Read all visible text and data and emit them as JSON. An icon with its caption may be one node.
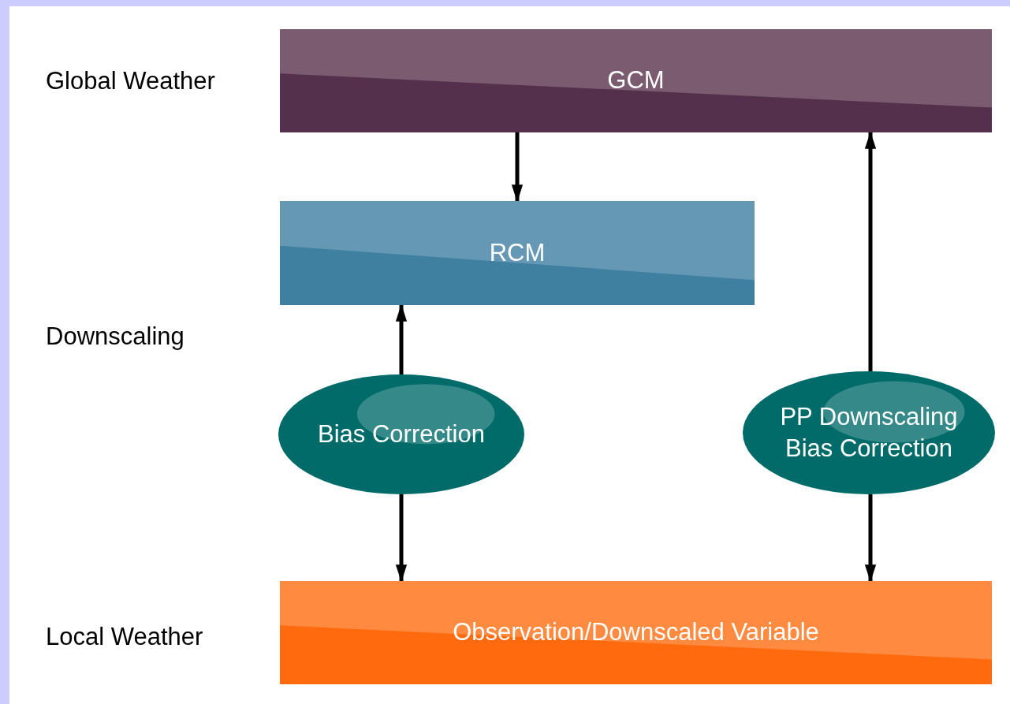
{
  "diagram": {
    "nodes": [
      {
        "text": [
          "GCM"
        ]
      },
      {
        "text": [
          "RCM"
        ]
      },
      {
        "text": [
          "Bias Correction"
        ]
      },
      {
        "text": [
          "PP Downscaling Bias Correction"
        ]
      },
      {
        "text": [
          "Observation/Downscaled Variable"
        ]
      }
    ],
    "edges": [
      {
        "from": 0,
        "to": 1,
        "arrow": "to"
      },
      {
        "from": 2,
        "to": 1,
        "arrow": "to"
      },
      {
        "from": 2,
        "to": 4,
        "arrow": "to"
      },
      {
        "from": 3,
        "to": 0,
        "arrow": "to"
      },
      {
        "from": 3,
        "to": 4,
        "arrow": "to"
      }
    ],
    "labels": [
      "Global Weather",
      "Downscaling",
      "Local Weather"
    ]
  }
}
